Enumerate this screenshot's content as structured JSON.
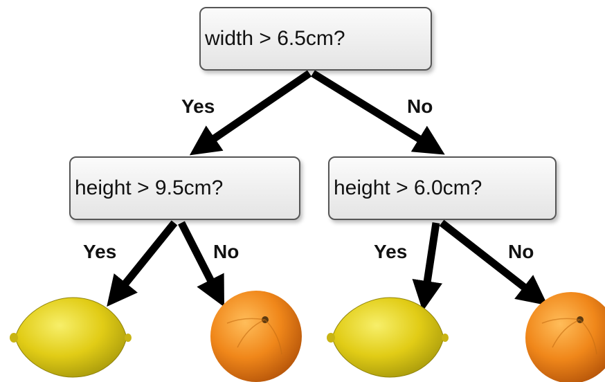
{
  "tree": {
    "root": {
      "question": "width > 6.5cm?",
      "yes_label": "Yes",
      "no_label": "No"
    },
    "left": {
      "question": "height > 9.5cm?",
      "yes_label": "Yes",
      "no_label": "No",
      "yes_leaf": "lemon",
      "no_leaf": "orange"
    },
    "right": {
      "question": "height > 6.0cm?",
      "yes_label": "Yes",
      "no_label": "No",
      "yes_leaf": "lemon",
      "no_leaf": "orange"
    }
  },
  "colors": {
    "arrow": "#000000",
    "lemon": "#e6d21a",
    "orange": "#f08a1e"
  }
}
